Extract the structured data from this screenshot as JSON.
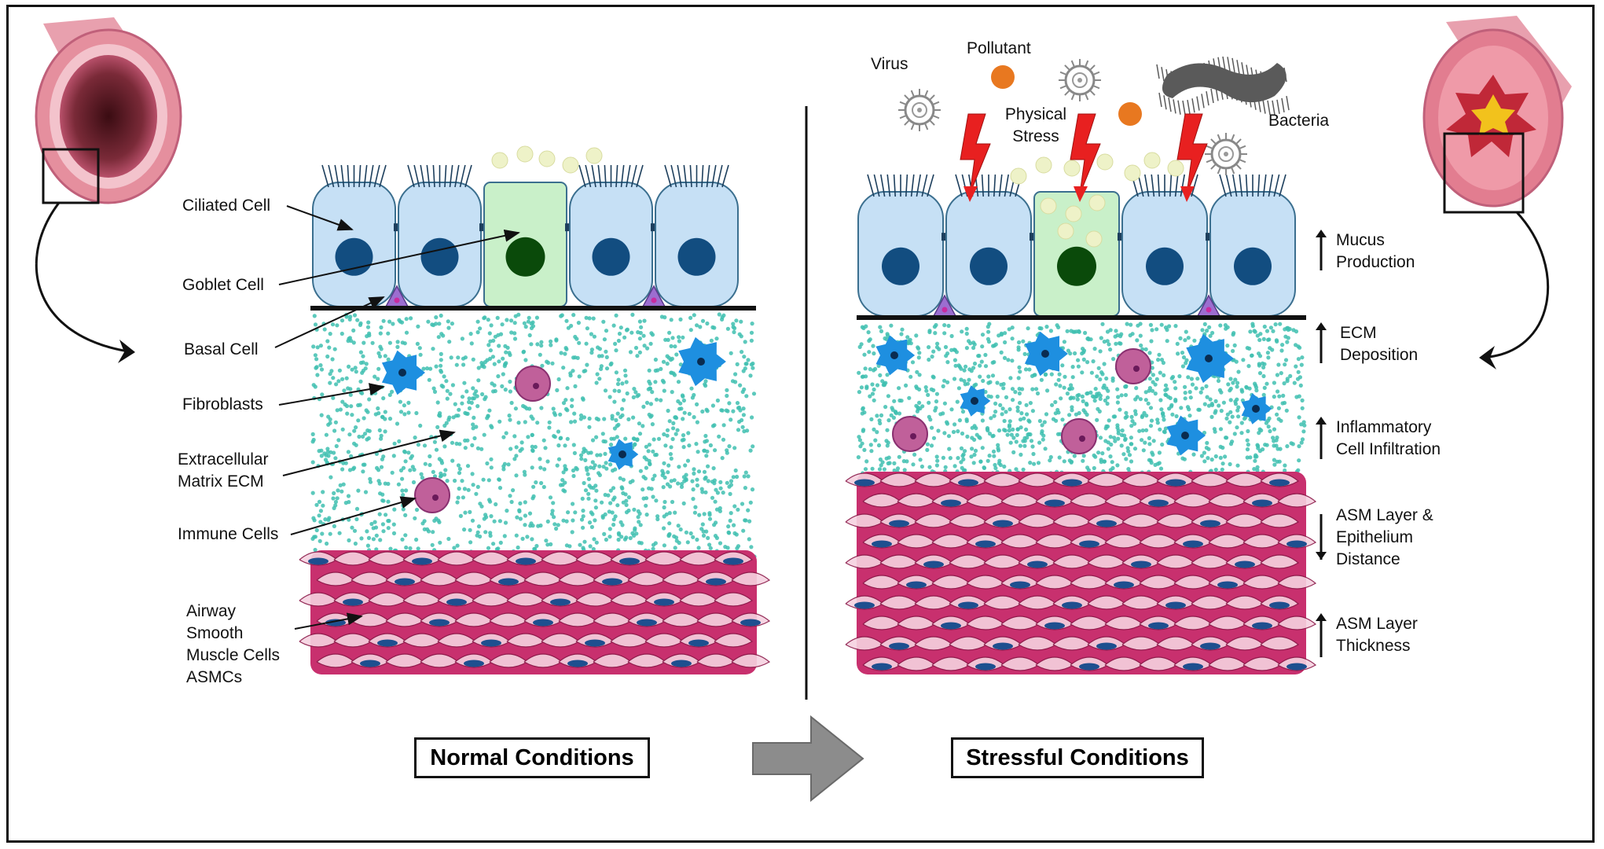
{
  "normal_labels": {
    "ciliated": "Ciliated Cell",
    "goblet": "Goblet Cell",
    "basal": "Basal Cell",
    "fibroblasts": "Fibroblasts",
    "ecm": "Extracellular\nMatrix ECM",
    "immune": "Immune Cells",
    "asmc": "Airway\nSmooth\nMuscle Cells\nASMCs"
  },
  "stressors": {
    "virus": "Virus",
    "pollutant": "Pollutant",
    "physical_stress": "Physical\nStress",
    "bacteria": "Bacteria"
  },
  "changes": [
    {
      "direction": "up",
      "text": "Mucus\nProduction"
    },
    {
      "direction": "up",
      "text": "ECM\nDeposition"
    },
    {
      "direction": "up",
      "text": "Inflammatory\nCell Infiltration"
    },
    {
      "direction": "down",
      "text": "ASM Layer &\nEpithelium\nDistance"
    },
    {
      "direction": "up",
      "text": "ASM Layer\nThickness"
    }
  ],
  "conditions": {
    "normal": "Normal Conditions",
    "stressful": "Stressful Conditions"
  },
  "colors": {
    "cell_blue": "#c6e0f5",
    "nucleus_blue": "#124d80",
    "goblet_green": "#c9f0c9",
    "goblet_nucleus": "#0a4a0a",
    "ecm_teal": "#3fbfb0",
    "fibroblast": "#1e8fe0",
    "immune_pink": "#c0609a",
    "muscle_magenta": "#c8306e",
    "stress_red": "#e82020",
    "pollutant_orange": "#e87820"
  }
}
